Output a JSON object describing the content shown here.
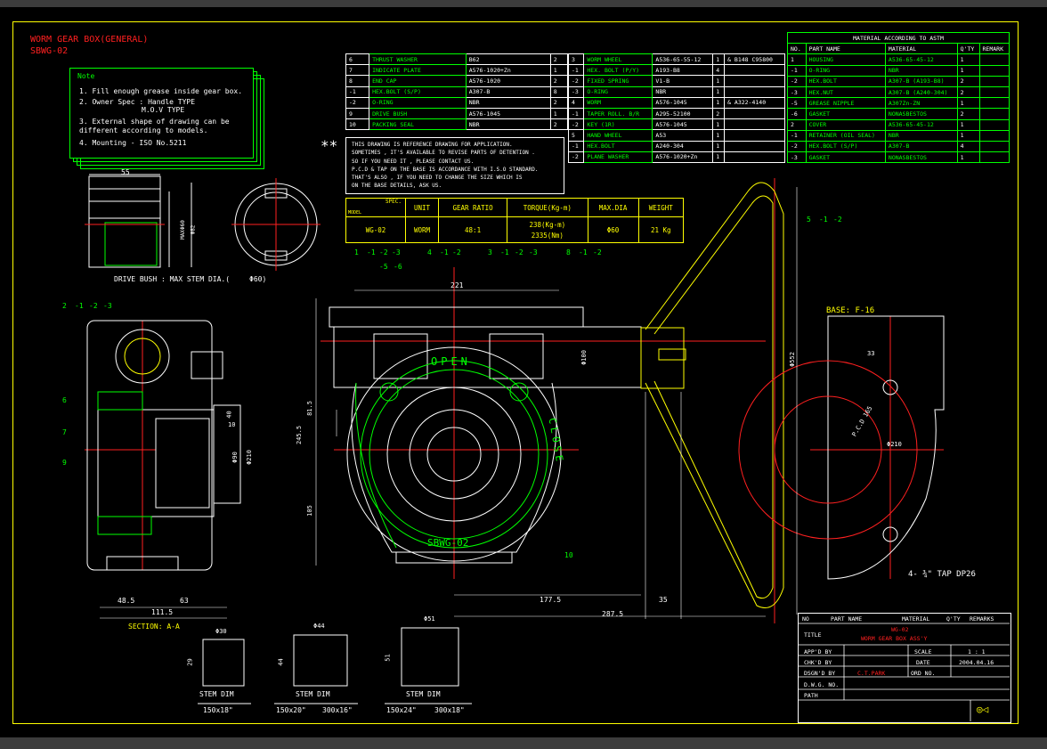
{
  "drawing": {
    "title_line1": "WORM GEAR BOX(GENERAL)",
    "title_line2": "SBWG-02"
  },
  "note": {
    "heading": "Note",
    "lines": [
      "1. Fill enough grease inside gear box.",
      "2. Owner Spec : Handle TYPE",
      "M.O.V TYPE",
      "3. External shape of drawing can be",
      "different according to models.",
      "4. Mounting - ISO No.5211"
    ]
  },
  "parts_left": [
    [
      "6",
      "THRUST WASHER",
      "B62",
      "2"
    ],
    [
      "7",
      "INDICATE PLATE",
      "A576-1020+Zn",
      "1"
    ],
    [
      "8",
      "END CAP",
      "A576-1020",
      "2"
    ],
    [
      "-1",
      "HEX.BOLT (S/P)",
      "A307-B",
      "8"
    ],
    [
      "-2",
      "O-RING",
      "NBR",
      "2"
    ],
    [
      "9",
      "DRIVE BUSH",
      "A576-1045",
      "1"
    ],
    [
      "10",
      "PACKING SEAL",
      "NBR",
      "2"
    ]
  ],
  "parts_mid": [
    [
      "3",
      "WORM WHEEL",
      "A536-65-55-12",
      "1",
      "& B148 C95800"
    ],
    [
      "-1",
      "HEX. BOLT (P/Y)",
      "A193-B8",
      "4",
      ""
    ],
    [
      "-2",
      "FIXED SPRING",
      "V1-B",
      "1",
      ""
    ],
    [
      "-3",
      "O-RING",
      "NBR",
      "1",
      ""
    ],
    [
      "4",
      "WORM",
      "A576-1045",
      "1",
      "& A322-4140"
    ],
    [
      "-1",
      "TAPER ROLL. B/R",
      "A295-52100",
      "2",
      ""
    ],
    [
      "-2",
      "KEY (1R)",
      "A576-1045",
      "1",
      ""
    ],
    [
      "5",
      "HAND WHEEL",
      "A53",
      "1",
      ""
    ],
    [
      "-1",
      "HEX.BOLT",
      "A240-304",
      "1",
      ""
    ],
    [
      "-2",
      "PLANE WASHER",
      "A576-1020+Zn",
      "1",
      ""
    ]
  ],
  "materials": {
    "heading": "MATERIAL ACCORDING TO ASTM",
    "columns": [
      "NO.",
      "PART NAME",
      "MATERIAL",
      "Q'TY",
      "REMARK"
    ],
    "rows": [
      [
        "1",
        "HOUSING",
        "A536-65-45-12",
        "1",
        ""
      ],
      [
        "-1",
        "O-RING",
        "NBR",
        "1",
        ""
      ],
      [
        "-2",
        "HEX.BOLT",
        "A307-B (A193-B8)",
        "2",
        ""
      ],
      [
        "-3",
        "HEX.NUT",
        "A307-B (A240-304)",
        "2",
        ""
      ],
      [
        "-5",
        "GREASE NIPPLE",
        "A307Zn-ZN",
        "1",
        ""
      ],
      [
        "-6",
        "GASKET",
        "NONASBESTOS",
        "2",
        ""
      ],
      [
        "2",
        "COVER",
        "A536-65-45-12",
        "1",
        ""
      ],
      [
        "-1",
        "RETAINER (OIL SEAL)",
        "NBR",
        "1",
        ""
      ],
      [
        "-2",
        "HEX.BOLT (S/P)",
        "A307-B",
        "4",
        ""
      ],
      [
        "-3",
        "GASKET",
        "NONASBESTOS",
        "1",
        ""
      ]
    ]
  },
  "warning": {
    "mark": "**",
    "lines": [
      "THIS DRAWING IS REFERENCE DRAWING FOR APPLICATION.",
      "SOMETIMES , IT'S AVAILABLE TO REVISE PARTS OF DETENTION .",
      "SO IF YOU NEED IT , PLEASE CONTACT US.",
      "P.C.D & TAP ON THE BASE IS ACCORDANCE WITH I.S.O STANDARD.",
      "THAT'S ALSO , IF YOU NEED TO CHANGE THE SIZE WHICH IS",
      "ON THE BASE DETAILS, ASK US."
    ]
  },
  "spec": {
    "h_spec": "SPEC.",
    "h_model": "MODEL",
    "h_unit": "UNIT",
    "h_ratio": "GEAR RATIO",
    "h_torque": "TORQUE(Kg-m)",
    "h_dia": "MAX.DIA",
    "h_weight": "WEIGHT",
    "model": "WG-02",
    "unit": "WORM",
    "ratio": "48:1",
    "torque1": "238(Kg-m)",
    "torque2": "2335(Nm)",
    "dia": "Φ60",
    "weight": "21 Kg"
  },
  "labels": {
    "drive_bush": "DRIVE BUSH : MAX STEM DIA.(",
    "drive_bush_val": "Φ60)",
    "section": "SECTION: A-A",
    "base": "BASE: F-16",
    "tap": "4- ¾\" TAP DP26",
    "pcd": "P.C.D 165",
    "phi210": "Φ210",
    "open": "OPEN",
    "close": "CLOSE",
    "sbwg": "SBWG-02"
  },
  "dims": {
    "d55": "55",
    "d_max60": "MAXΦ60",
    "d_82": "Φ82",
    "d221": "221",
    "d100": "Φ100",
    "d245": "245.5",
    "d815": "81.5",
    "d105": "105",
    "d1775": "177.5",
    "d35": "35",
    "d2875": "287.5",
    "d552": "Φ552",
    "d40": "40",
    "d485": "48.5",
    "d63": "63",
    "d1115": "111.5",
    "d10": "10",
    "d90": "Φ90",
    "d210b": "Φ210",
    "d33": "33"
  },
  "stems": [
    {
      "label": "STEM DIM",
      "w": "Φ30",
      "h": "29",
      "size1": "150x18\"",
      "size2": ""
    },
    {
      "label": "STEM DIM",
      "w": "Φ44",
      "h": "44",
      "size1": "150x20\"",
      "size2": "300x16\""
    },
    {
      "label": "STEM DIM",
      "w": "Φ51",
      "h": "51",
      "size1": "150x24\"",
      "size2": "300x18\""
    }
  ],
  "balloons": {
    "b1": "1",
    "b1a": "-1",
    "b1b": "-2",
    "b1c": "-3",
    "b1d": "-5",
    "b1e": "-6",
    "b4": "4",
    "b4a": "-1",
    "b4b": "-2",
    "b3": "3",
    "b3a": "-1",
    "b3b": "-2",
    "b3c": "-3",
    "b8": "8",
    "b8a": "-1",
    "b8b": "-2",
    "b2": "2",
    "b2a": "-1",
    "b2b": "-2",
    "b2c": "-3",
    "b5": "5",
    "b5a": "-1",
    "b5b": "-2",
    "b6": "6",
    "b7": "7",
    "b9": "9",
    "b10": "10"
  },
  "title_block": {
    "no": "NO",
    "part_name": "PART NAME",
    "material": "MATERIAL",
    "qty": "Q'TY",
    "remarks": "REMARKS",
    "title_lbl": "TITLE",
    "title_val1": "WG-02",
    "title_val2": "WORM GEAR BOX ASS'Y",
    "appd": "APP'D BY",
    "chkd": "CHK'D BY",
    "dsgn": "DSGN'D BY",
    "dwg": "D.W.G. NO.",
    "path": "PATH",
    "scale": "SCALE",
    "scale_val": "1 : 1",
    "date": "DATE",
    "date_val": "2004.04.16",
    "designer": "C.T.PARK",
    "ord": "ORD NO."
  },
  "colors": {
    "background": "#000000",
    "frame": "#ffff00",
    "outline": "#ffffff",
    "accent": "#00ff00",
    "center": "#ff2020"
  }
}
